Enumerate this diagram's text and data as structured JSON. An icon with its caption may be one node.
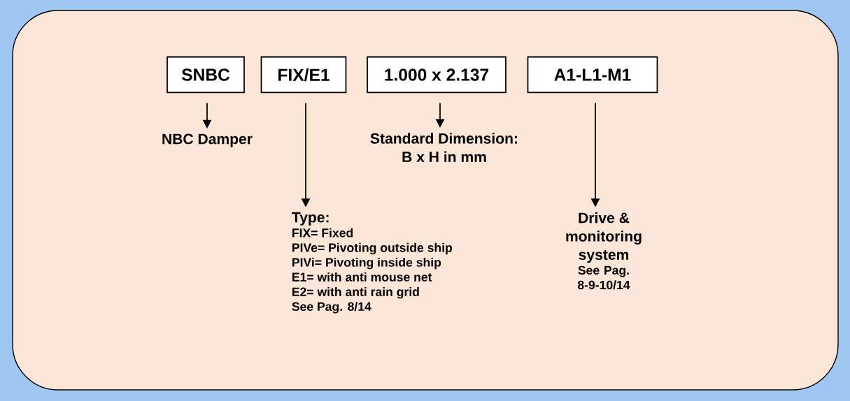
{
  "diagram": {
    "nodes": [
      {
        "text": [
          "SNBC"
        ]
      },
      {
        "text": [
          "FIX/E1"
        ]
      },
      {
        "text": [
          "1.000 x 2.137"
        ]
      },
      {
        "text": [
          "A1-L1-M1"
        ]
      },
      {
        "text": [
          "NBC Damper"
        ]
      },
      {
        "text": [
          "Type:",
          "FIX= Fixed",
          "PIVe= Pivoting outside ship",
          "PIVi= Pivoting inside ship",
          "E1= with anti mouse net",
          "E2= with anti rain grid",
          "See Pag. 8/14"
        ]
      },
      {
        "text": [
          "Standard Dimension:",
          "B x H in mm"
        ]
      },
      {
        "text": [
          "Drive & monitoring system",
          "See Pag. 8-9-10/14"
        ]
      }
    ],
    "edges": [
      {
        "from": 0,
        "to": 4,
        "arrow": "to"
      },
      {
        "from": 1,
        "to": 5,
        "arrow": "to"
      },
      {
        "from": 2,
        "to": 6,
        "arrow": "to"
      },
      {
        "from": 3,
        "to": 7,
        "arrow": "to"
      }
    ]
  }
}
